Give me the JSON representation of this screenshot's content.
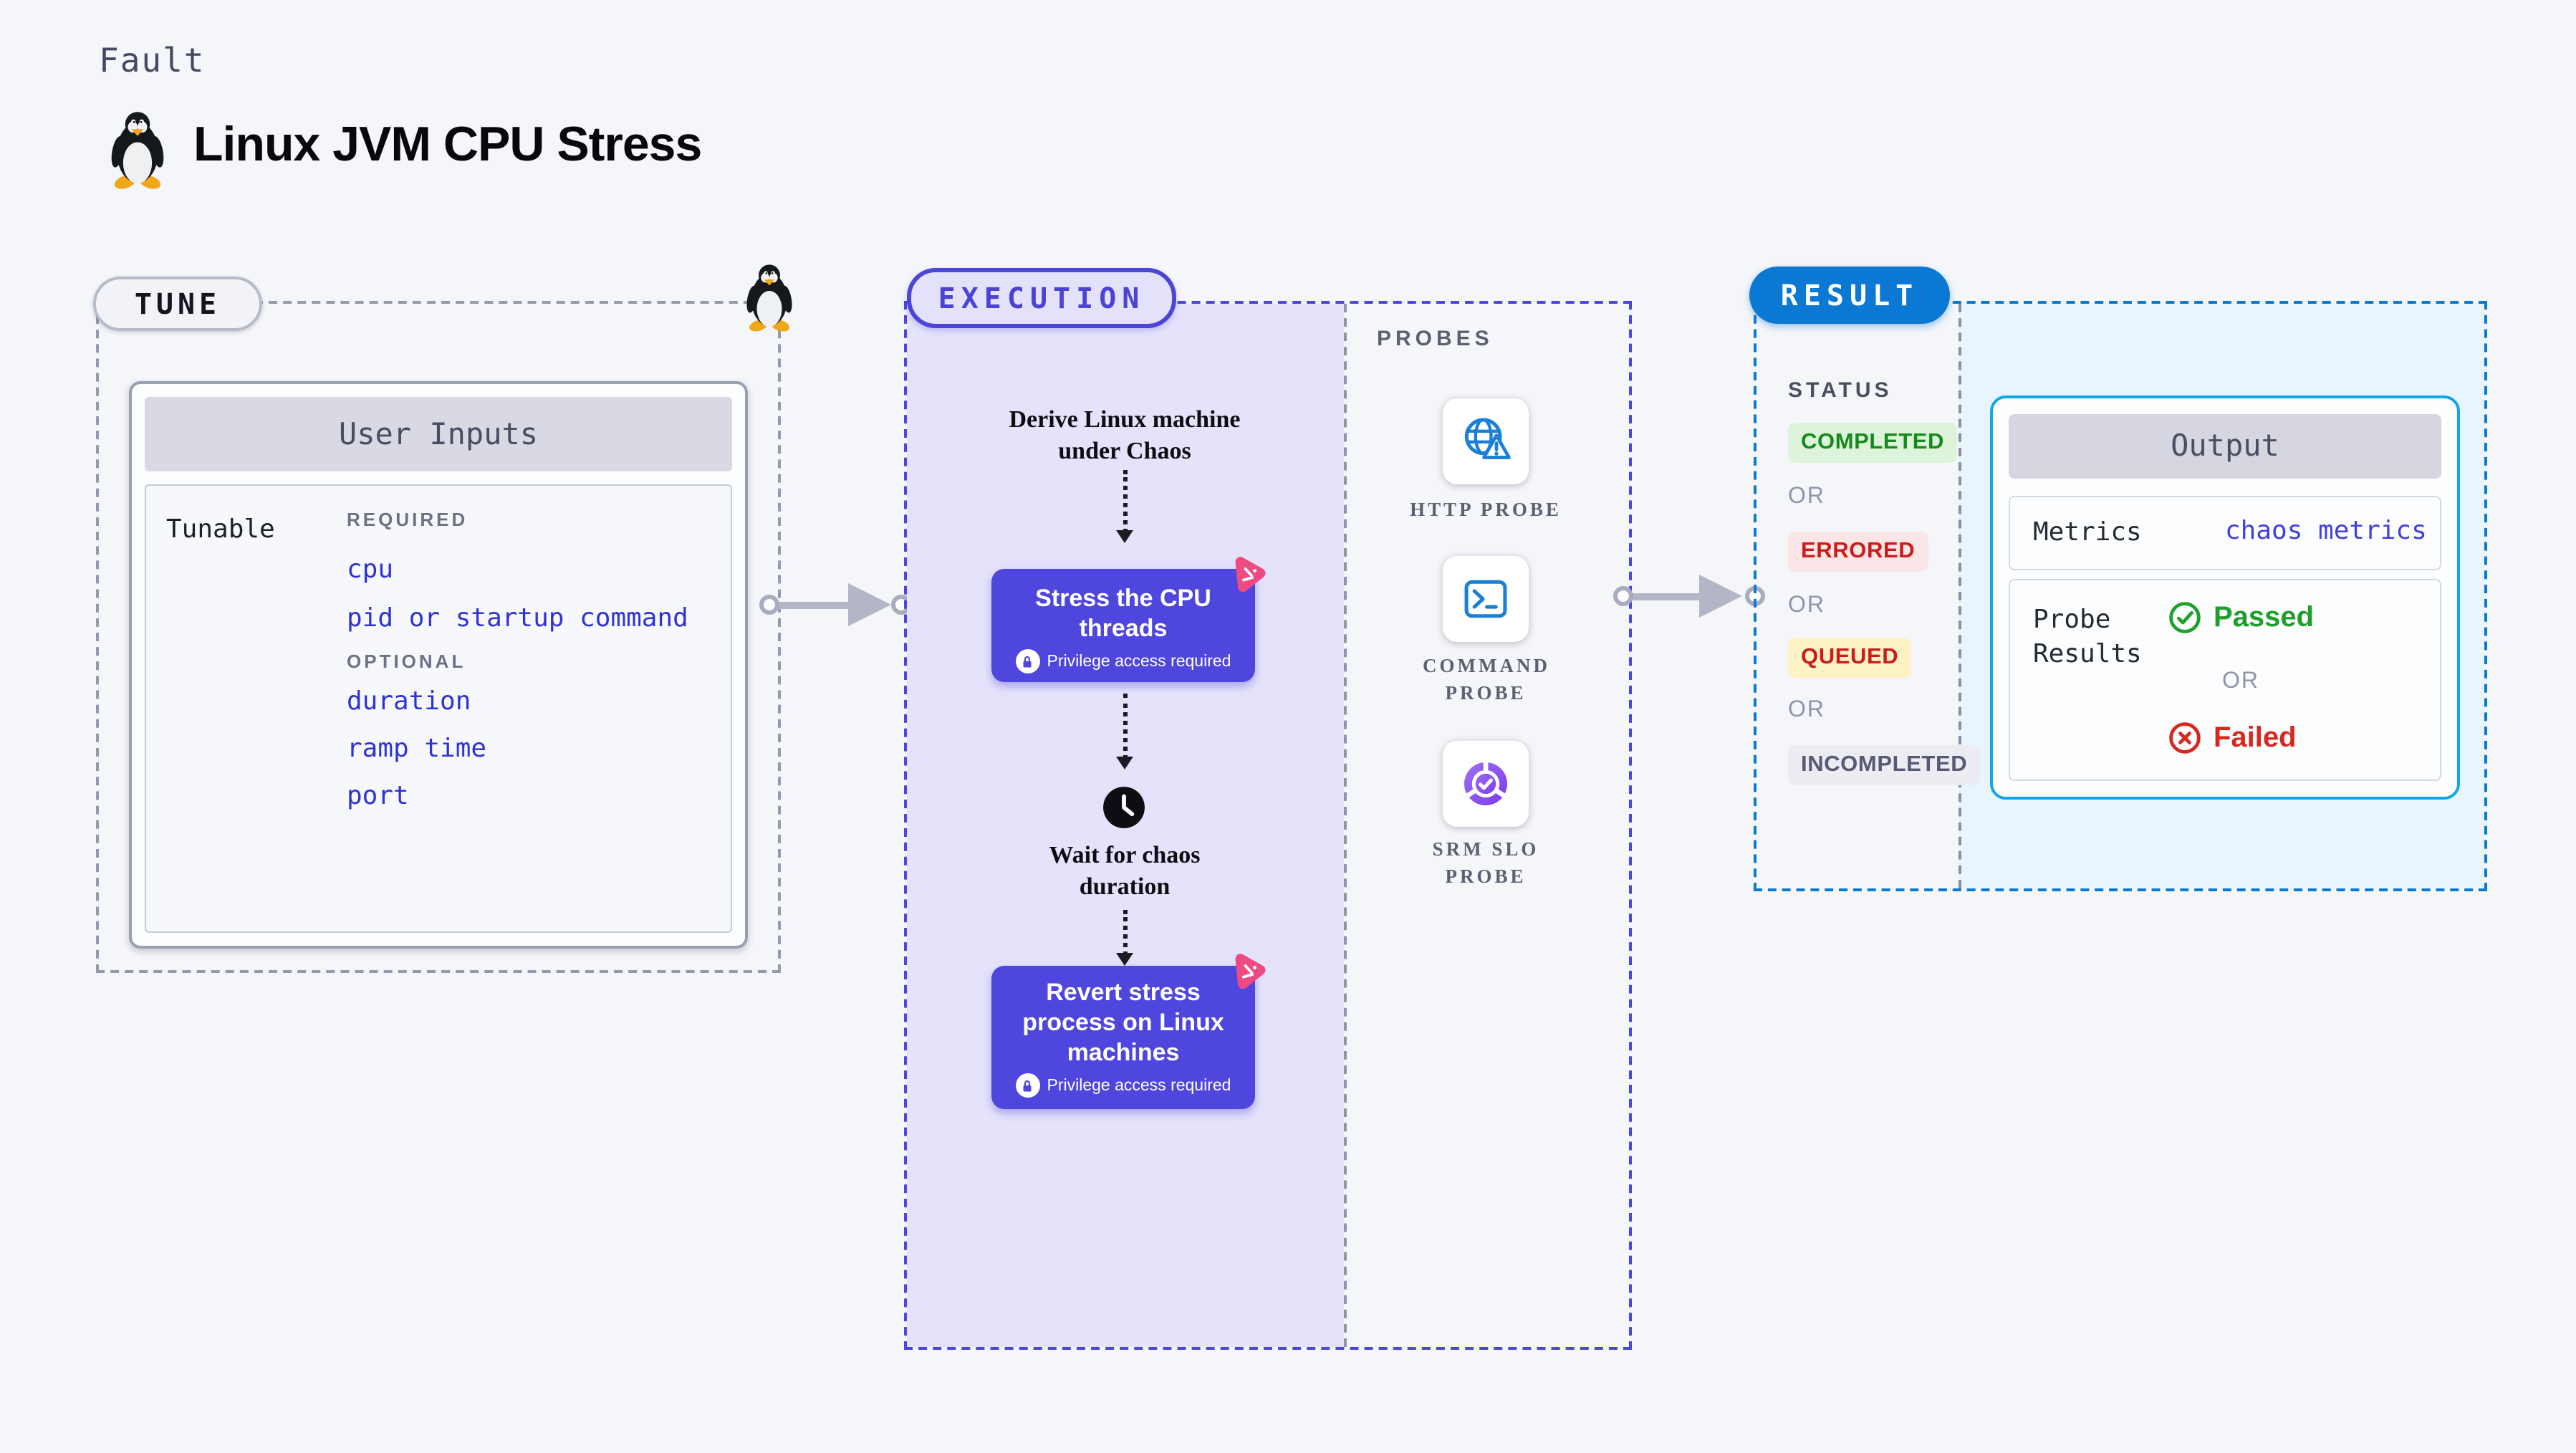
{
  "header": {
    "eyebrow": "Fault",
    "title": "Linux JVM CPU Stress"
  },
  "tune": {
    "badge": "TUNE",
    "card_title": "User Inputs",
    "row_label": "Tunable",
    "required_label": "REQUIRED",
    "required_items": [
      "cpu",
      "pid or startup command"
    ],
    "optional_label": "OPTIONAL",
    "optional_items": [
      "duration",
      "ramp time",
      "port"
    ]
  },
  "execution": {
    "badge": "EXECUTION",
    "step1": "Derive Linux machine under Chaos",
    "step2": "Stress the CPU threads",
    "step2_note": "Privilege access required",
    "step3": "Wait for chaos duration",
    "step4": "Revert stress process on Linux machines",
    "step4_note": "Privilege access required"
  },
  "probes": {
    "header": "PROBES",
    "items": [
      "HTTP PROBE",
      "COMMAND PROBE",
      "SRM SLO PROBE"
    ]
  },
  "result": {
    "badge": "RESULT",
    "status_label": "STATUS",
    "or_label": "OR",
    "statuses": [
      "COMPLETED",
      "ERRORED",
      "QUEUED",
      "INCOMPLETED"
    ],
    "output": {
      "title": "Output",
      "metrics_label": "Metrics",
      "metrics_value": "chaos metrics",
      "probe_results_label": "Probe Results",
      "passed_label": "Passed",
      "failed_label": "Failed"
    }
  },
  "colors": {
    "indigo": "#4f46dd",
    "indigo_light": "#e5e3fb",
    "blue_result": "#0b78d4",
    "cyan_border": "#10a7e7",
    "cyan_bg": "#e8f5fd",
    "green": "#178a1e",
    "green_bg": "#def4da",
    "red": "#cb1c1c",
    "red_bg": "#fbe5e6",
    "yellow_bg": "#fdf2c5",
    "gray_badge_bg": "#ececf2",
    "link_blue": "#3033d4",
    "pink": "#ef4a82",
    "probe_icon_blue": "#1a7fd6"
  }
}
